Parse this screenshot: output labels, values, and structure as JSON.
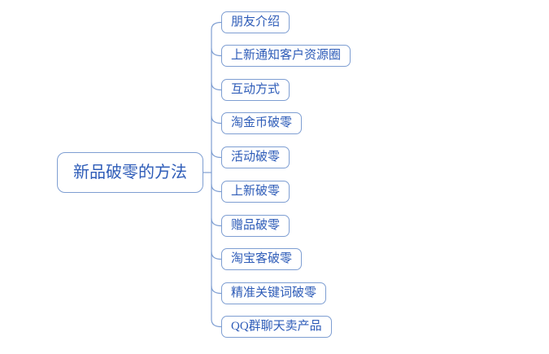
{
  "mindmap": {
    "root": {
      "label": "新品破零的方法"
    },
    "children": [
      {
        "label": "朋友介绍"
      },
      {
        "label": "上新通知客户资源圈"
      },
      {
        "label": "互动方式"
      },
      {
        "label": "淘金币破零"
      },
      {
        "label": "活动破零"
      },
      {
        "label": "上新破零"
      },
      {
        "label": "赠品破零"
      },
      {
        "label": "淘宝客破零"
      },
      {
        "label": "精准关键词破零"
      },
      {
        "label": "QQ群聊天卖产品"
      }
    ]
  },
  "theme": {
    "bg": "#ffffff",
    "line": "#7E9ED2",
    "node-border": "#7E9ED2",
    "node-text": "#2E5CB8"
  }
}
